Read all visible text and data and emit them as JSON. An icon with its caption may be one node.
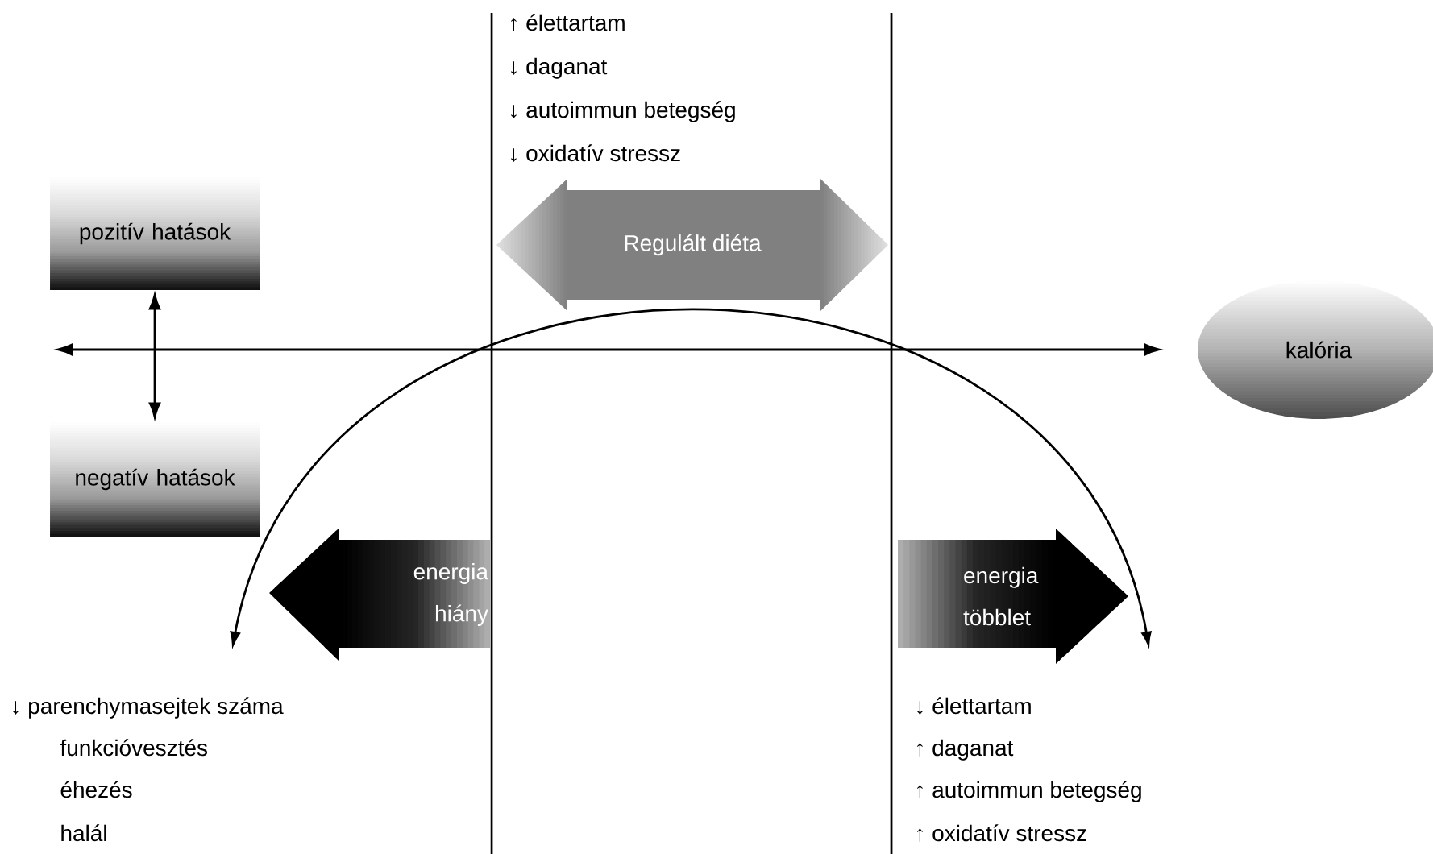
{
  "diagram": {
    "nodes": [
      {
        "text": [
          "pozitív hatások"
        ]
      },
      {
        "text": [
          "negatív hatások"
        ]
      },
      {
        "text": [
          "Regulált diéta"
        ]
      },
      {
        "text": [
          "kalória"
        ]
      },
      {
        "text": [
          "energia hiány"
        ]
      },
      {
        "text": [
          "energia többlet"
        ]
      }
    ],
    "edges": [
      {
        "from": 0,
        "to": 1,
        "arrow": "both"
      }
    ],
    "labels": [
      "↑ élettartam",
      "↓ daganat",
      "↓ autoimmun betegség",
      "↓ oxidatív stressz",
      "↓ parenchymasejtek száma",
      "funkcióvesztés",
      "éhezés",
      "halál",
      "↓ élettartam",
      "↑ daganat",
      "↑ autoimmun betegség",
      "↑ oxidatív stressz"
    ]
  }
}
